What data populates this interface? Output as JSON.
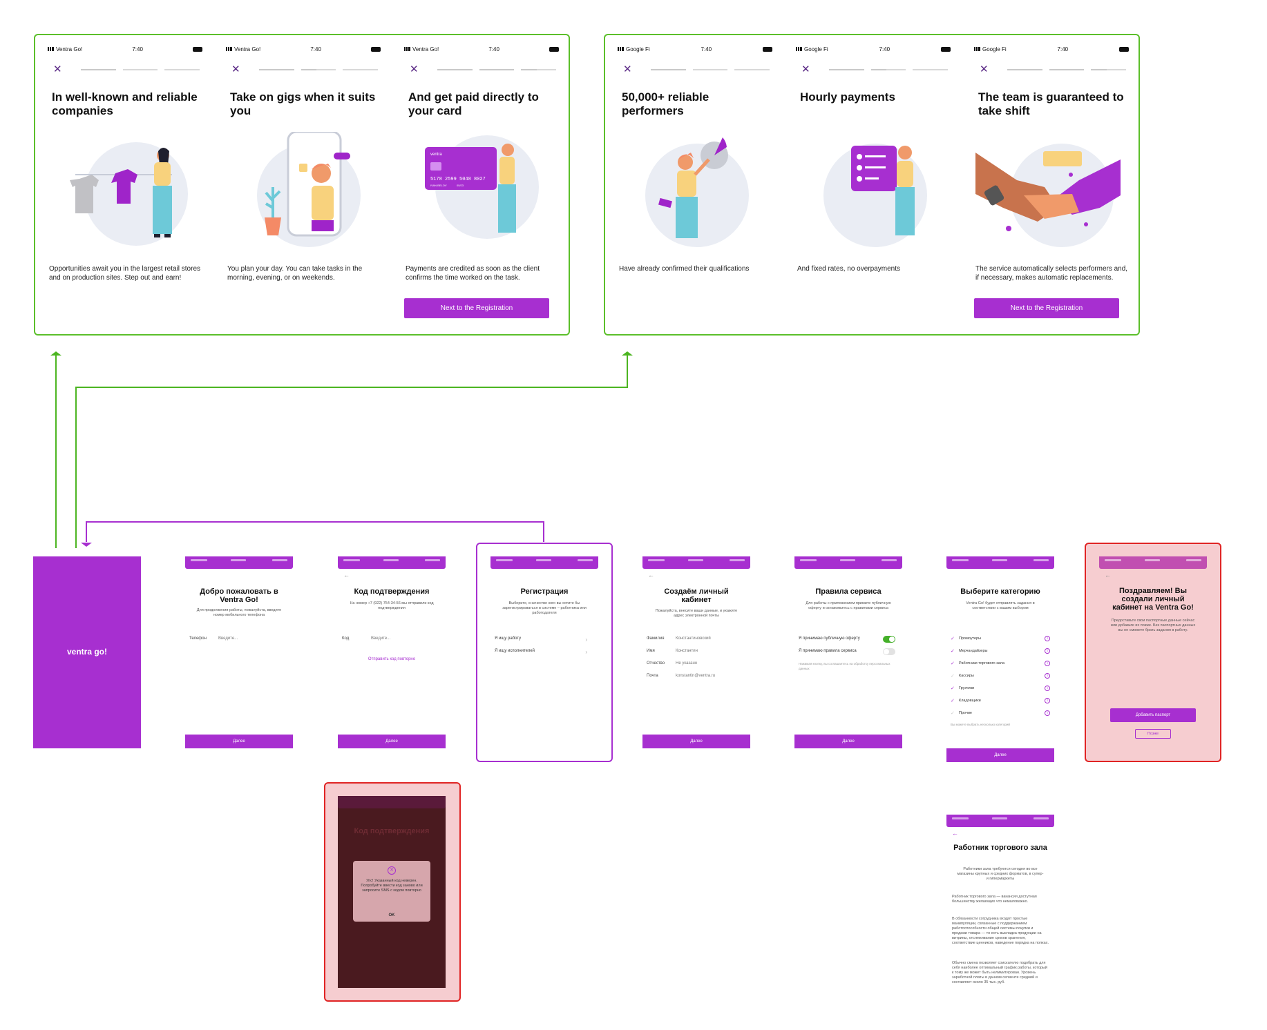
{
  "onboarding_worker": [
    {
      "carrier": "Ventra Go!",
      "time": "7:40",
      "title": "In well-known and reliable companies",
      "desc": "Opportunities await you in the largest retail stores and on production sites. Step out and earn!"
    },
    {
      "carrier": "Ventra Go!",
      "time": "7:40",
      "title": "Take on gigs when it suits you",
      "desc": "You plan your day. You can take tasks in the morning, evening, or on weekends."
    },
    {
      "carrier": "Ventra Go!",
      "time": "7:40",
      "title": "And get paid directly to your card",
      "desc": "Payments are credited as soon as the client confirms the time worked on the task.",
      "card_number": "5178 2599 5048 8027",
      "card_label": "ventra",
      "card_name": "IVAN BELOV",
      "card_exp": "05/23",
      "cta": "Next to the Registration"
    }
  ],
  "onboarding_employer": [
    {
      "carrier": "Google Fi",
      "time": "7:40",
      "title": "50,000+ reliable performers",
      "desc": "Have already confirmed their qualifications"
    },
    {
      "carrier": "Google Fi",
      "time": "7:40",
      "title": "Hourly payments",
      "desc": "And fixed rates, no overpayments"
    },
    {
      "carrier": "Google Fi",
      "time": "7:40",
      "title": "The team is guaranteed to take shift",
      "desc": "The service automatically selects performers and, if necessary, makes automatic replacements.",
      "cta": "Next to the Registration"
    }
  ],
  "splash": {
    "logo": "ventra go!"
  },
  "welcome": {
    "title": "Добро пожаловать в Ventra Go!",
    "subtitle": "Для продолжения работы, пожалуйста, введите номер мобильного телефона",
    "phone_label": "Телефон",
    "phone_placeholder": "Введите...",
    "button": "Далее"
  },
  "code": {
    "title": "Код подтверждения",
    "subtitle": "На номер +7 (922) 754-34-56 мы отправили код подтверждения",
    "code_label": "Код",
    "code_placeholder": "Введите...",
    "resend": "Отправить код повторно",
    "button": "Далее"
  },
  "registration": {
    "title": "Регистрация",
    "subtitle": "Выберите, в качестве кого вы хотите бы зарегистрироваться в системе – работника или работодателя",
    "options": [
      "Я ищу работу",
      "Я ищу исполнителей"
    ]
  },
  "account": {
    "title": "Создаём личный кабинет",
    "subtitle": "Пожалуйста, внесите ваши данные, и укажите адрес электронной почты",
    "fields": [
      {
        "label": "Фамилия",
        "value": "Константиновский"
      },
      {
        "label": "Имя",
        "value": "Константин"
      },
      {
        "label": "Отчество",
        "value": "Не указано"
      },
      {
        "label": "Почта",
        "value": "konstantin@ventra.ru"
      }
    ],
    "button": "Далее"
  },
  "rules": {
    "title": "Правила сервиса",
    "subtitle": "Для работы с приложением примите публичную оферту и ознакомьтесь с правилами сервиса",
    "toggles": [
      "Я принимаю публичную оферту",
      "Я принимаю правила сервиса"
    ],
    "note": "Нажимая кнопку, вы соглашаетесь на обработку персональных данных",
    "button": "Далее"
  },
  "category": {
    "title": "Выберите категорию",
    "subtitle": "Ventra Go! будет отправлять задания в соответствии с вашим выбором",
    "items": [
      "Промоутеры",
      "Мерчандайзеры",
      "Работники торгового зала",
      "Кассиры",
      "Грузчики",
      "Кладовщики",
      "Прочие"
    ],
    "note": "Вы можете выбрать несколько категорий",
    "button": "Далее"
  },
  "congrats": {
    "title": "Поздравляем! Вы создали личный кабинет на Ventra Go!",
    "subtitle": "Предоставьте свои паспортные данные сейчас или добавьте их позже. Без паспортных данных вы не сможете брать задания в работу.",
    "primary": "Добавить паспорт",
    "secondary": "Позже"
  },
  "error_dialog": {
    "bg_title": "Код подтверждения",
    "message": "Упс! Указанный код неверен. Попробуйте ввести код заново или запросите SMS с кодом повторно",
    "ok": "OK"
  },
  "worker_detail": {
    "title": "Работник торгового зала",
    "intro": "Работники зала требуются сегодня во все магазины крупных и средних форматов, в супер- и гипермаркеты",
    "p1": "Работник торгового зала — вакансия доступная большинству желающих что немаловажно.",
    "p2": "В обязанности сотрудника входят простые манипуляции, связанные с поддержанием работоспособности общей системы покупки и продажи товара — то есть выкладка продукции на витрины, отслеживание сроков хранения, соответствие ценников, наведение порядка на полках.",
    "p3": "Обычно смена позволяет соискателю подобрать для себя наиболее оптимальный график работы, который к тому же может быть нелимитирован. Уровень заработной платы в данном сегменте средний и составляет около 35 тыс. руб."
  },
  "colors": {
    "accent": "#a72fd0",
    "green": "#4cb521",
    "error": "#e02424"
  }
}
